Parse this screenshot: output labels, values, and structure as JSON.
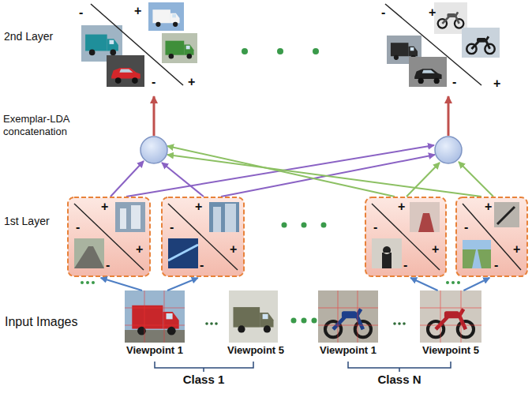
{
  "diagram": {
    "nodes": [
      {
        "text": [
          "-",
          "+",
          "-",
          "+"
        ]
      },
      {
        "text": [
          "-",
          "+",
          "-",
          "+"
        ]
      },
      {
        "text": [
          "+",
          "-",
          "+",
          "-"
        ]
      },
      {
        "text": [
          "+",
          "-",
          "+",
          "-"
        ]
      },
      {
        "text": [
          "+",
          "-",
          "+",
          "-"
        ]
      },
      {
        "text": [
          "+",
          "-",
          "+",
          "-"
        ]
      },
      {
        "text": [
          "Viewpoint 1"
        ]
      },
      {
        "text": [
          "Viewpoint 5"
        ]
      },
      {
        "text": [
          "Viewpoint 1"
        ]
      },
      {
        "text": [
          "Viewpoint 5"
        ]
      }
    ],
    "edges": [
      {
        "from": 6,
        "to": 2,
        "arrow": "to"
      },
      {
        "from": 6,
        "to": 3,
        "arrow": "to"
      },
      {
        "from": 9,
        "to": 4,
        "arrow": "to"
      },
      {
        "from": 9,
        "to": 5,
        "arrow": "to"
      }
    ],
    "labels": [
      "2nd Layer",
      "Exemplar-LDA concatenation",
      "1st Layer",
      "Input Images",
      "Class 1",
      "Class N"
    ]
  }
}
